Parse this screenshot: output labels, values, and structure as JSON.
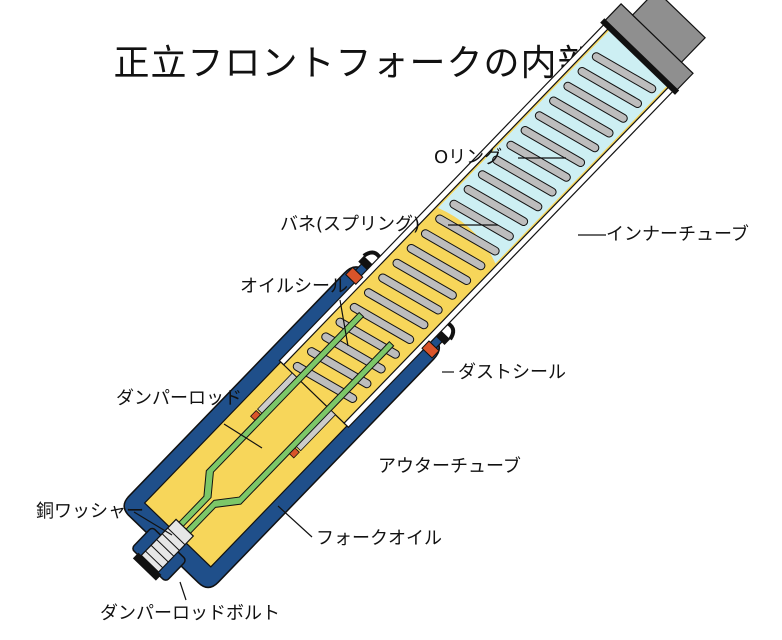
{
  "title": "正立フロントフォークの内部構造",
  "labels": {
    "o_ring": "Oリング",
    "spring": "バネ(スプリング)",
    "inner_tube": "インナーチューブ",
    "oil_seal": "オイルシール",
    "dust_seal": "ダストシール",
    "damper_rod": "ダンパーロッド",
    "outer_tube": "アウターチューブ",
    "copper_washer": "銅ワッシャー",
    "fork_oil": "フォークオイル",
    "damper_rod_bolt": "ダンパーロッドボルト"
  },
  "colors": {
    "outer_tube": "#1f4f8a",
    "oil": "#f7d65a",
    "air": "#cdeff3",
    "spring": "#bdbdbd",
    "cap": "#8f8f8f",
    "damper_rod": "#7cc768",
    "seal_red": "#d9542a",
    "line": "#111111"
  }
}
